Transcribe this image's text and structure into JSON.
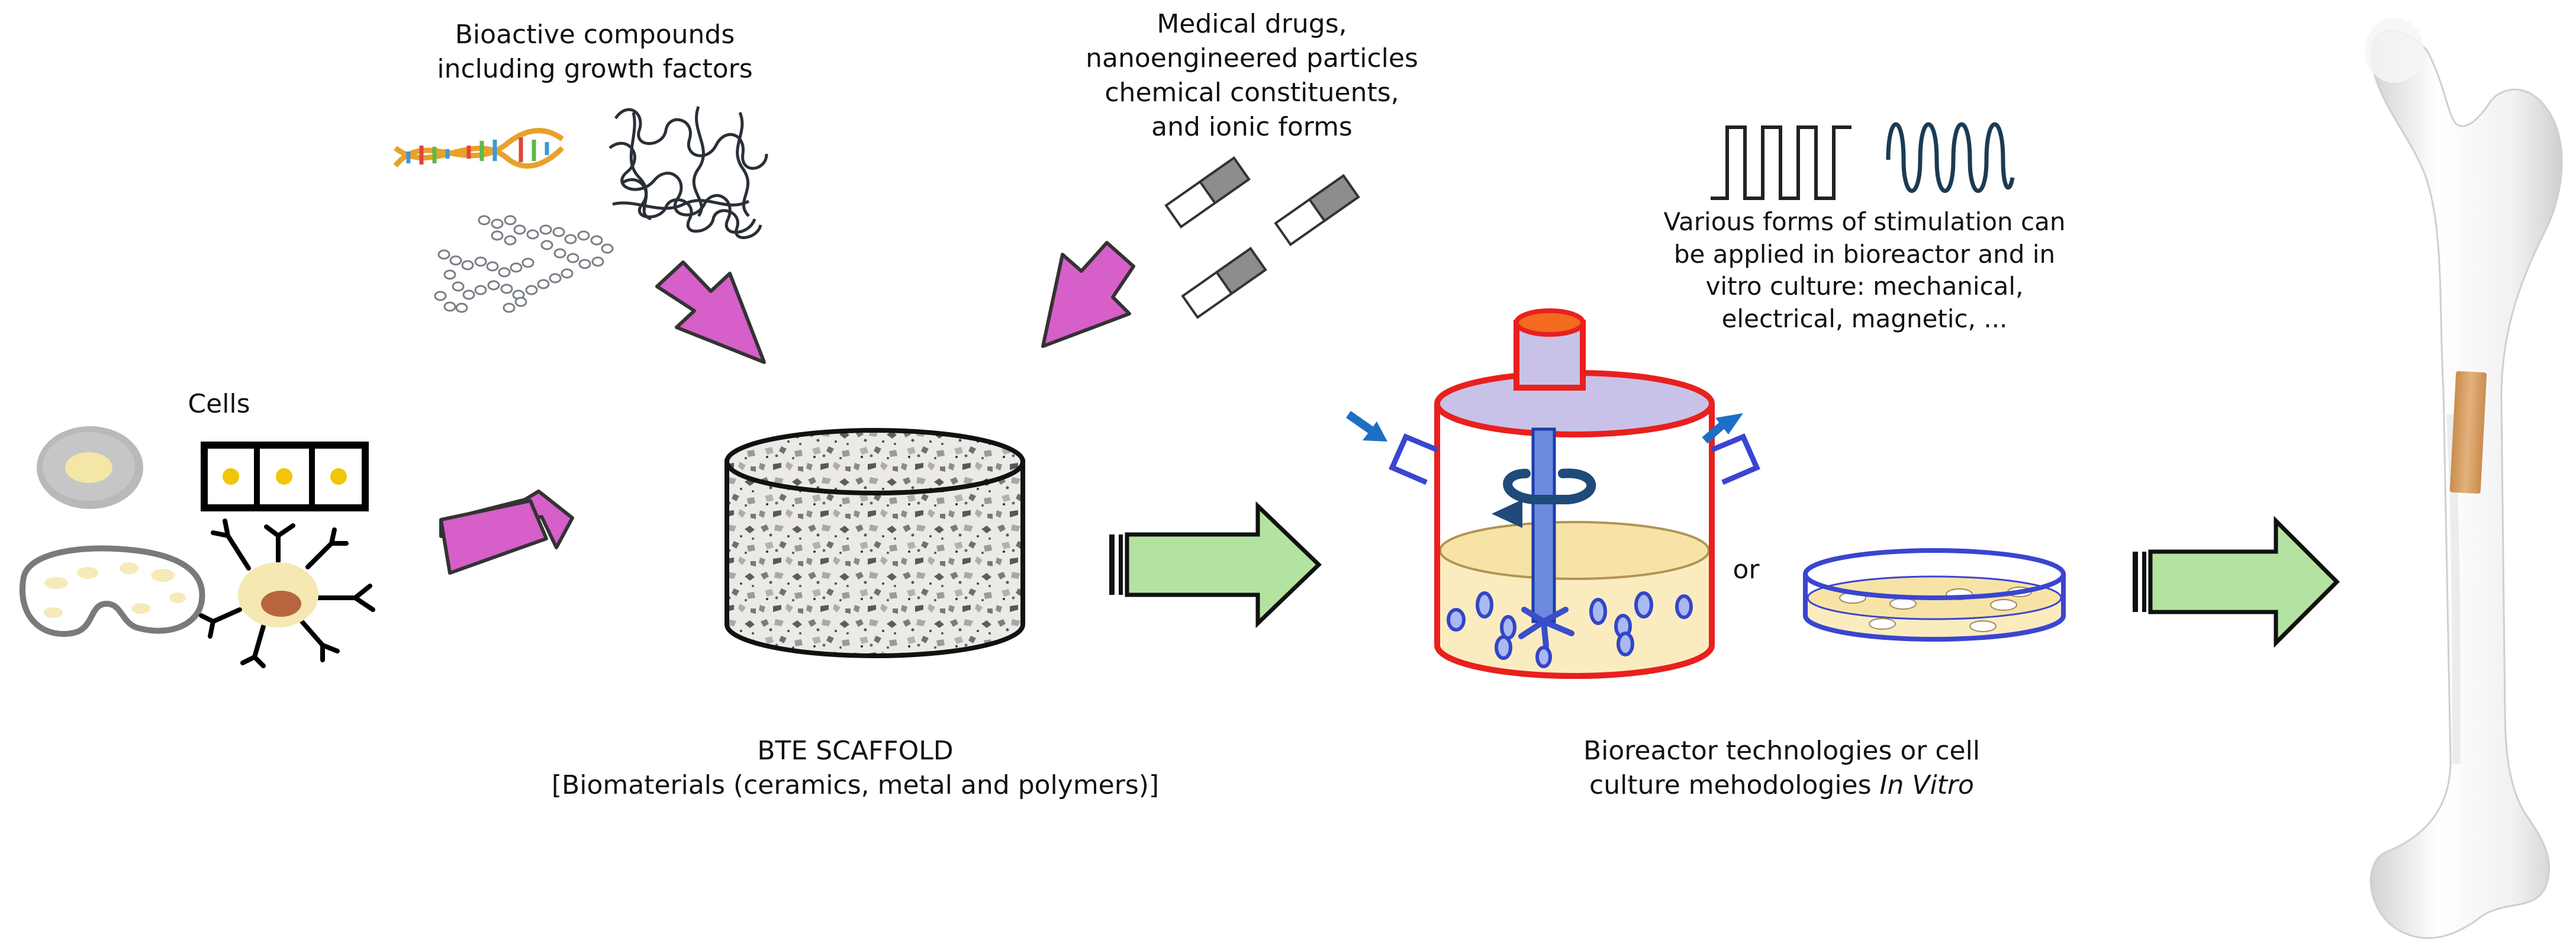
{
  "labels": {
    "bioactive": [
      "Bioactive compounds",
      "including growth factors"
    ],
    "drugs": [
      "Medical drugs,",
      "nanoengineered particles",
      "chemical constituents,",
      "and ionic forms"
    ],
    "stimulation": [
      "Various forms of stimulation can",
      "be applied in bioreactor and in",
      "vitro culture: mechanical,",
      "electrical, magnetic, ..."
    ],
    "cells": "Cells",
    "scaffold_title": "BTE SCAFFOLD",
    "scaffold_sub": "[Biomaterials (ceramics, metal and polymers)]",
    "or": "or",
    "bioreactor_line1": "Bioreactor technologies or cell",
    "bioreactor_line2_a": "culture mehodologies ",
    "bioreactor_line2_b": "In Vitro"
  },
  "colors": {
    "pink_arrow": "#d65fc9",
    "green_arrow": "#b3e3a0",
    "bioreactor_outline": "#e8201e",
    "lid_fill": "#c9c2e8",
    "medium": "#fbecc0",
    "cell_blue": "#3346c6",
    "petri_outline": "#3a45d0",
    "bone": "#efefef",
    "implant": "#d9a76f",
    "nucleus_yellow": "#f2c40a",
    "flow_arrow": "#1c6fc4"
  },
  "icons": [
    "dna-icon",
    "growth-factor-coils-icon",
    "molecule-chain-icon",
    "drug-capsule-icon",
    "square-wave-icon",
    "sine-wave-icon",
    "rotation-arrow-icon",
    "bone-icon"
  ]
}
